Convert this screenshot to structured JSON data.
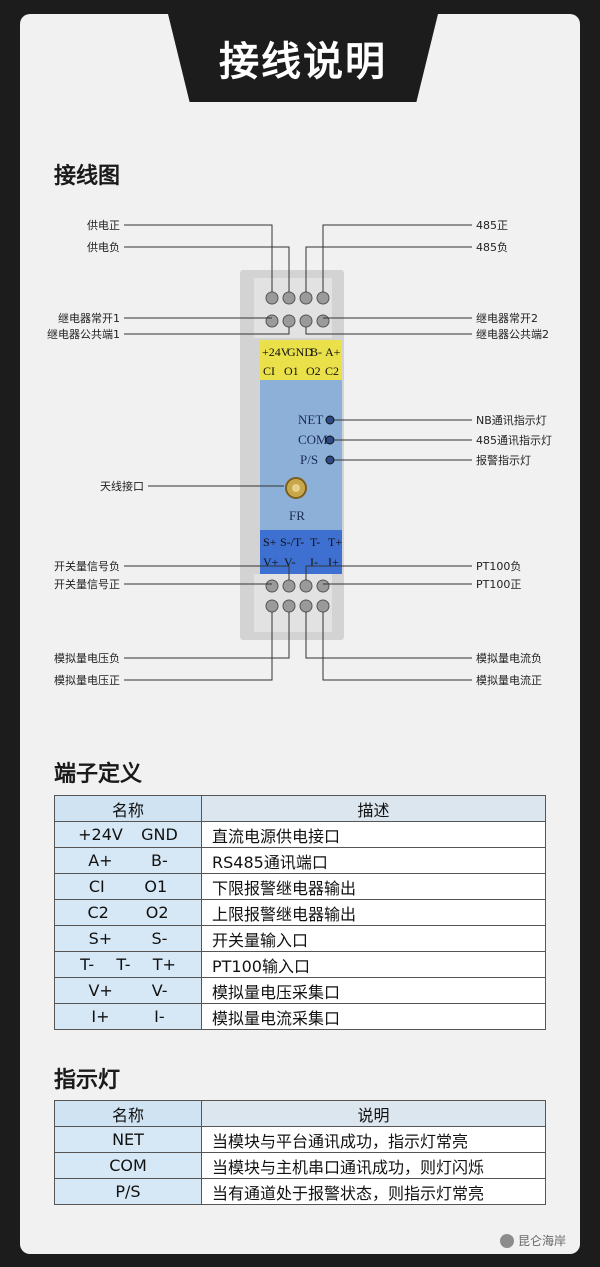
{
  "header": {
    "title": "接线说明"
  },
  "wiring": {
    "title": "接线图",
    "device": {
      "top_row": [
        "+24V",
        "GND",
        "B-",
        "A+"
      ],
      "relay_row": [
        "CI",
        "O1",
        "O2",
        "C2"
      ],
      "led_labels": [
        "NET",
        "COM",
        "P/S"
      ],
      "brand": "FR",
      "bottom_row1": [
        "S+",
        "S-/T-",
        "T-",
        "T+"
      ],
      "bottom_row2": [
        "V+",
        "V-",
        "I-",
        "I+"
      ]
    },
    "left_labels": {
      "power_pos": "供电正",
      "power_neg": "供电负",
      "relay_no1": "继电器常开1",
      "relay_com1": "继电器公共端1",
      "antenna": "天线接口",
      "switch_neg": "开关量信号负",
      "switch_pos": "开关量信号正",
      "analog_v_neg": "模拟量电压负",
      "analog_v_pos": "模拟量电压正"
    },
    "right_labels": {
      "rs485_pos": "485正",
      "rs485_neg": "485负",
      "relay_no2": "继电器常开2",
      "relay_com2": "继电器公共端2",
      "nb_led": "NB通讯指示灯",
      "rs485_led": "485通讯指示灯",
      "alarm_led": "报警指示灯",
      "pt100_neg": "PT100负",
      "pt100_pos": "PT100正",
      "analog_i_neg": "模拟量电流负",
      "analog_i_pos": "模拟量电流正"
    }
  },
  "terminals": {
    "title": "端子定义",
    "col_name": "名称",
    "col_desc": "描述",
    "rows": [
      {
        "names": [
          "+24V",
          "GND"
        ],
        "desc": "直流电源供电接口"
      },
      {
        "names": [
          "A+",
          "B-"
        ],
        "desc": "RS485通讯端口"
      },
      {
        "names": [
          "CI",
          "O1"
        ],
        "desc": "下限报警继电器输出"
      },
      {
        "names": [
          "C2",
          "O2"
        ],
        "desc": "上限报警继电器输出"
      },
      {
        "names": [
          "S+",
          "S-"
        ],
        "desc": "开关量输入口"
      },
      {
        "names": [
          "T-",
          "T-",
          "T+"
        ],
        "desc": "PT100输入口"
      },
      {
        "names": [
          "V+",
          "V-"
        ],
        "desc": "模拟量电压采集口"
      },
      {
        "names": [
          "I+",
          "I-"
        ],
        "desc": "模拟量电流采集口"
      }
    ]
  },
  "indicators": {
    "title": "指示灯",
    "col_name": "名称",
    "col_desc": "说明",
    "rows": [
      {
        "name": "NET",
        "desc": "当模块与平台通讯成功，指示灯常亮"
      },
      {
        "name": "COM",
        "desc": "当模块与主机串口通讯成功，则灯闪烁"
      },
      {
        "name": "P/S",
        "desc": "当有通道处于报警状态，则指示灯常亮"
      }
    ]
  },
  "watermark": {
    "text": "昆仑海岸"
  }
}
